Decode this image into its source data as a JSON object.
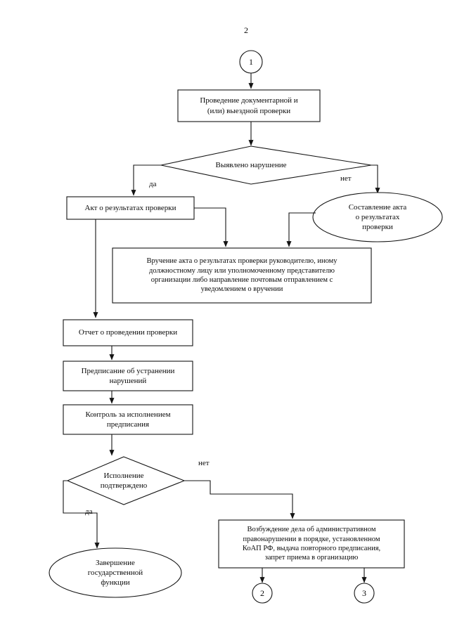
{
  "document": {
    "page_number": "2",
    "type": "flowchart",
    "language": "ru"
  },
  "connectors": {
    "top_in": "1",
    "bottom_left": "2",
    "bottom_right": "3"
  },
  "nodes": {
    "start_connector": {
      "label": "1",
      "shape": "circle"
    },
    "inspection": {
      "line1": "Проведение документарной  и",
      "line2": "(или) выездной проверки",
      "shape": "process"
    },
    "violation_decision": {
      "label": "Выявлено нарушение",
      "shape": "decision"
    },
    "act_results": {
      "label": "Акт о результатах проверки",
      "shape": "process"
    },
    "drafting_act": {
      "line1": "Составление акта",
      "line2": "о результатах",
      "line3": "проверки",
      "shape": "terminator"
    },
    "delivery_act": {
      "line1": "Вручение акта о результатах проверки руководителю, иному",
      "line2": "должностному лицу или уполномоченному представителю",
      "line3": "организации либо направление почтовым отправлением с",
      "line4": "уведомлением о вручении",
      "shape": "process"
    },
    "report": {
      "label": "Отчет о проведении проверки",
      "shape": "process"
    },
    "order_elimination": {
      "line1": "Предписание об устранении",
      "line2": "нарушений",
      "shape": "process"
    },
    "control_execution": {
      "line1": "Контроль за исполнением",
      "line2": "предписания",
      "shape": "process"
    },
    "execution_decision": {
      "line1": "Исполнение",
      "line2": "подтверждено",
      "shape": "decision"
    },
    "completion": {
      "line1": "Завершение",
      "line2": "государственной",
      "line3": "функции",
      "shape": "terminator"
    },
    "administrative_case": {
      "line1": "Возбуждение дела об административном",
      "line2": "правонарушении в порядке, установленном",
      "line3": "КоАП РФ, выдача повторного предписания,",
      "line4": "запрет приема в организацию",
      "shape": "process"
    }
  },
  "edge_labels": {
    "violation_yes": "да",
    "violation_no": "нет",
    "execution_yes": "да",
    "execution_no": "нет"
  },
  "colors": {
    "stroke": "#141414",
    "text": "#0a0a0a",
    "background": "#ffffff"
  }
}
